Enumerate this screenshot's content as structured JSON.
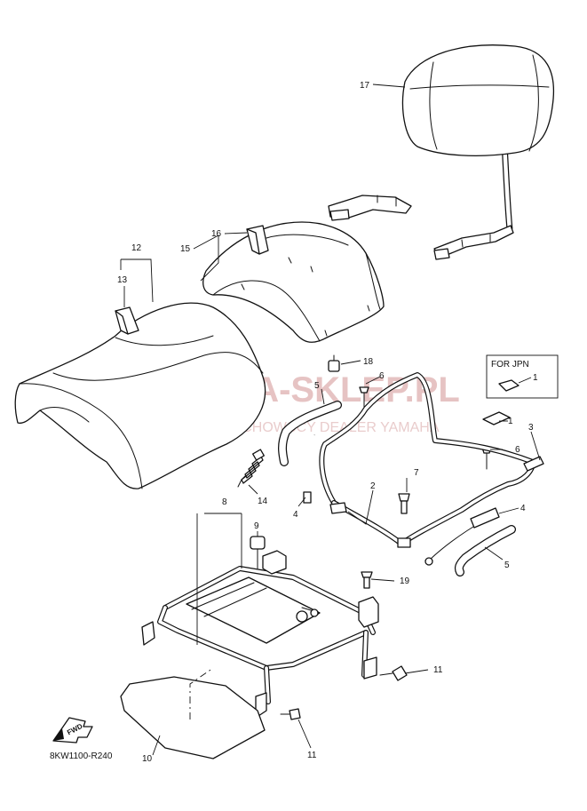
{
  "watermark": {
    "title": "YAMA-SKLEP.PL",
    "subtitle": "WOJCIECHOWSCY DEALER YAMAHA",
    "color": "#e2b9b9"
  },
  "inset": {
    "label": "FOR JPN",
    "part_number": "1"
  },
  "fwd_badge": {
    "label": "FWD",
    "icon": "forward-arrow-icon"
  },
  "diagram_code": "8KW1100-R240",
  "callouts": {
    "c17": "17",
    "c16": "16",
    "c15": "15",
    "c12": "12",
    "c13": "13",
    "c18": "18",
    "c6a": "6",
    "c5a": "5",
    "c1": "1",
    "c3": "3",
    "c6b": "6",
    "c7": "7",
    "c2": "2",
    "c4a": "4",
    "c14": "14",
    "c4b": "4",
    "c5b": "5",
    "c8": "8",
    "c9": "9",
    "c19": "19",
    "c11a": "11",
    "c11b": "11",
    "c10": "10"
  }
}
